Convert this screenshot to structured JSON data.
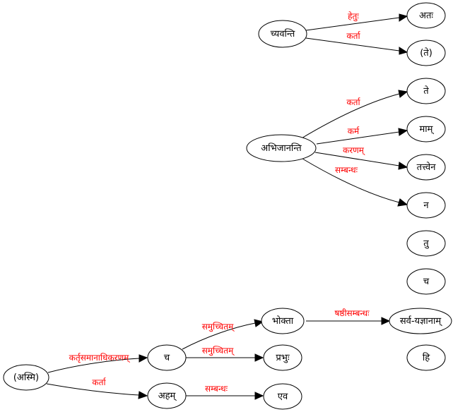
{
  "colors": {
    "node_stroke": "#000000",
    "edge_stroke": "#000000",
    "edge_label": "#ff0000",
    "background": "#ffffff"
  },
  "nodes": {
    "chyavanti": "च्यवन्ति",
    "atah": "अतः",
    "te_paren": "(ते)",
    "te": "ते",
    "abhijananti": "अभिजानन्ति",
    "mam": "माम्",
    "tattvena": "तत्त्वेन",
    "na": "न",
    "tu": "तु",
    "cha_standalone": "च",
    "bhokta": "भोक्ता",
    "sarva_yajnanam": "सर्व-यज्ञानाम्",
    "asmi": "(अस्मि)",
    "cha": "च",
    "prabhuh": "प्रभुः",
    "hi": "हि",
    "aham": "अहम्",
    "eva": "एव"
  },
  "edges": [
    {
      "id": "chyavanti-atah",
      "label": "हेतुः"
    },
    {
      "id": "chyavanti-te_paren",
      "label": "कर्ता"
    },
    {
      "id": "abhijananti-te",
      "label": "कर्ता"
    },
    {
      "id": "abhijananti-mam",
      "label": "कर्म"
    },
    {
      "id": "abhijananti-tattvena",
      "label": "करणम्"
    },
    {
      "id": "abhijananti-na",
      "label": "सम्बन्धः"
    },
    {
      "id": "bhokta-sarva",
      "label": "षष्ठीसम्बन्धः"
    },
    {
      "id": "cha-bhokta",
      "label": "समुच्चितम्"
    },
    {
      "id": "cha-prabhuh",
      "label": "समुच्चितम्"
    },
    {
      "id": "asmi-cha",
      "label": "कर्तृसमानाधिकरणम्"
    },
    {
      "id": "asmi-aham",
      "label": "कर्ता"
    },
    {
      "id": "aham-eva",
      "label": "सम्बन्धः"
    }
  ]
}
